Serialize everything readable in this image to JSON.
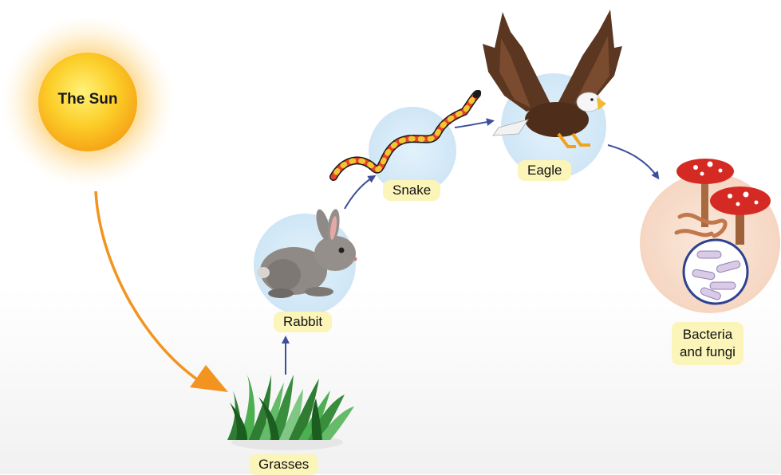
{
  "sun": {
    "label": "The Sun",
    "icon": "sun-icon"
  },
  "organisms": [
    {
      "label": "Grasses",
      "icon": "grass-icon"
    },
    {
      "label": "Rabbit",
      "icon": "rabbit-icon"
    },
    {
      "label": "Snake",
      "icon": "snake-icon"
    },
    {
      "label": "Eagle",
      "icon": "eagle-icon"
    },
    {
      "label": "Bacteria\nand fungi",
      "icon": "mushroom-icon"
    }
  ],
  "colors": {
    "sun_core": "#fbbf1e",
    "sun_glow": "#fdd38a",
    "energy_arrow": "#f2941f",
    "flow_arrow": "#3d4f9a",
    "label_bg": "#fbf5b9",
    "bubble": "#d8ecf8",
    "decomposer_bubble": "#f8dccb"
  }
}
